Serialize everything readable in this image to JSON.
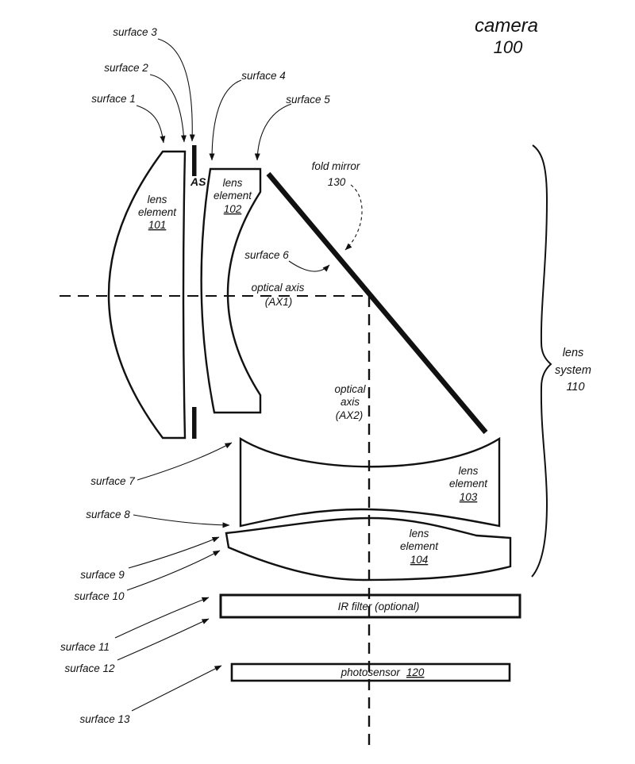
{
  "title": {
    "name": "camera",
    "number": "100"
  },
  "system_brace": {
    "line1": "lens",
    "line2": "system",
    "number": "110"
  },
  "surfaces": {
    "s1": "surface 1",
    "s2": "surface 2",
    "s3": "surface 3",
    "s4": "surface 4",
    "s5": "surface 5",
    "s6": "surface 6",
    "s7": "surface 7",
    "s8": "surface 8",
    "s9": "surface 9",
    "s10": "surface 10",
    "s11": "surface 11",
    "s12": "surface 12",
    "s13": "surface 13"
  },
  "aperture_stop": {
    "label": "AS"
  },
  "lens101": {
    "line1": "lens",
    "line2": "element",
    "number": "101"
  },
  "lens102": {
    "line1": "lens",
    "line2": "element",
    "number": "102"
  },
  "lens103": {
    "line1": "lens",
    "line2": "element",
    "number": "103"
  },
  "lens104": {
    "line1": "lens",
    "line2": "element",
    "number": "104"
  },
  "fold_mirror": {
    "label": "fold mirror",
    "number": "130"
  },
  "axis1": {
    "line1": "optical  axis",
    "line2": "(AX1)"
  },
  "axis2": {
    "line1": "optical",
    "line2": "axis",
    "line3": "(AX2)"
  },
  "ir_filter": {
    "label": "IR filter (optional)"
  },
  "photosensor": {
    "label": "photosensor",
    "number": "120"
  }
}
